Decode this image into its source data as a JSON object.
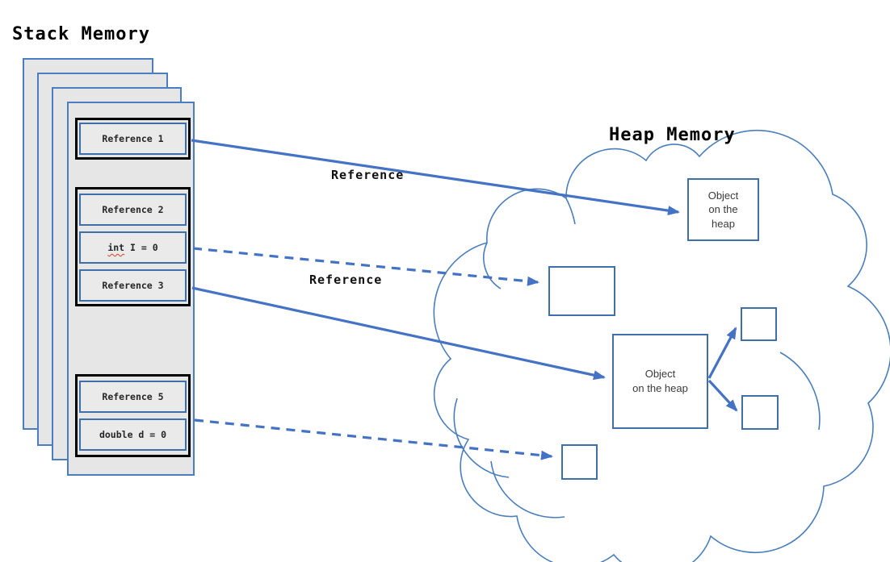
{
  "titles": {
    "stack": "Stack Memory",
    "heap": "Heap Memory"
  },
  "stack": {
    "groups": [
      {
        "slots": [
          {
            "text": "Reference 1"
          }
        ]
      },
      {
        "slots": [
          {
            "text": "Reference 2"
          },
          {
            "word": "int",
            "rest": " I = 0",
            "spellcheck_underline": true
          },
          {
            "text": "Reference 3"
          }
        ]
      },
      {
        "slots": [
          {
            "text": "Reference 5"
          },
          {
            "text": "double d = 0"
          }
        ]
      }
    ]
  },
  "heap": {
    "object_top": {
      "text": "Object\non the\nheap"
    },
    "object_mid": {
      "text": "Object\non the heap"
    },
    "empty_boxes_count": 4
  },
  "arrows": {
    "labels": [
      {
        "text": "Reference"
      },
      {
        "text": "Reference"
      }
    ]
  },
  "colors": {
    "arrow_blue": "#4472c4",
    "box_border_blue": "#3f6fa8",
    "sheet_border_blue": "#4a7ebf",
    "cloud_stroke": "#4a7ebb",
    "sheet_fill": "#e6e6e6",
    "slot_fill": "#eaeaea",
    "group_border": "#000000",
    "squiggle_red": "#e03c1f"
  }
}
